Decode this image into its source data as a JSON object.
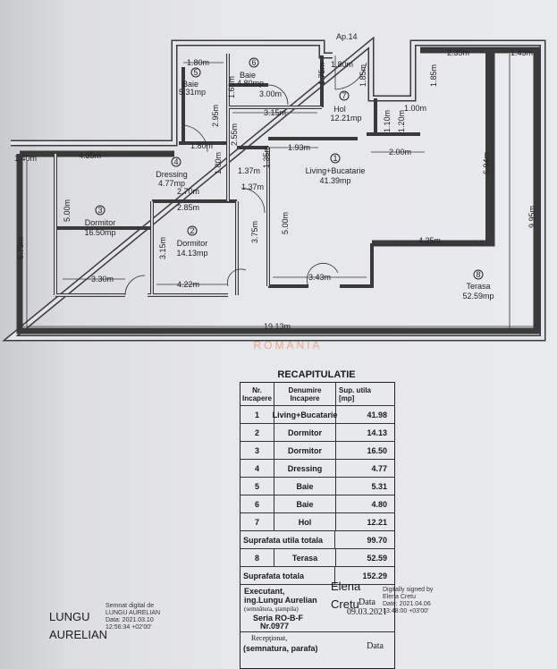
{
  "plan": {
    "apartment": "Ap.14",
    "rooms": [
      {
        "num": "1",
        "name": "Living+Bucatarie",
        "area": "41.39mp"
      },
      {
        "num": "2",
        "name": "Dormitor",
        "area": "14.13mp"
      },
      {
        "num": "3",
        "name": "Dormitor",
        "area": "16.50mp"
      },
      {
        "num": "4",
        "name": "Dressing",
        "area": "4.77mp"
      },
      {
        "num": "5",
        "name": "Baie",
        "area": "5.31mp"
      },
      {
        "num": "6",
        "name": "Baie",
        "area": "4.80mp"
      },
      {
        "num": "7",
        "name": "Hol",
        "area": "12.21mp"
      },
      {
        "num": "8",
        "name": "Terasa",
        "area": "52.59mp"
      }
    ],
    "dimensions": [
      "1.80m",
      "1.80m",
      "1.60m",
      "2.95m",
      "3.00m",
      "1.75m",
      "1.85m",
      "1.85m",
      "2.35m",
      "1.43m",
      "3.15m",
      "1.10m",
      "1.20m",
      "1.00m",
      "2.00m",
      "1.40m",
      "4.35m",
      "1.80m",
      "2.55m",
      "1.93m",
      "1.35m",
      "1.37m",
      "1.37m",
      "1.80m",
      "2.70m",
      "2.85m",
      "5.00m",
      "3.15m",
      "3.75m",
      "5.00m",
      "6.75m",
      "6.94m",
      "9.95m",
      "4.35m",
      "3.30m",
      "4.22m",
      "3.43m",
      "19.13m"
    ],
    "watermark": "ROMANIA"
  },
  "table": {
    "title": "RECAPITULATIE",
    "headers": [
      "Nr. Incapere",
      "Denumire Incapere",
      "Sup. utila [mp]"
    ],
    "rows": [
      [
        "1",
        "Living+Bucatarie",
        "41.98"
      ],
      [
        "2",
        "Dormitor",
        "14.13"
      ],
      [
        "3",
        "Dormitor",
        "16.50"
      ],
      [
        "4",
        "Dressing",
        "4.77"
      ],
      [
        "5",
        "Baie",
        "5.31"
      ],
      [
        "6",
        "Baie",
        "4.80"
      ],
      [
        "7",
        "Hol",
        "12.21"
      ]
    ],
    "subtotal_label": "Suprafata utila totala",
    "subtotal": "99.70",
    "terrace": [
      "8",
      "Terasa",
      "52.59"
    ],
    "total_label": "Suprafata totala",
    "total": "152.29",
    "executant": {
      "label": "Executant,",
      "name": "ing.Lungu Aurelian",
      "note": "(semnătura, ştampila)",
      "series": "Seria RO-B-F",
      "nr": "Nr.0977",
      "date_label": "Data",
      "date": "09.03.2021"
    },
    "receptionat": {
      "label": "Recepţionat,",
      "note": "(semnatura, parafa)",
      "date_label": "Data"
    }
  },
  "signatures": {
    "left_name_1": "LUNGU",
    "left_name_2": "AURELIAN",
    "left_text": [
      "Semnat digital de",
      "LUNGU AURELIAN",
      "Data: 2021.03.10",
      "12:56:34 +02'00'"
    ],
    "right_name_1": "Elena",
    "right_name_2": "Cretu",
    "right_text": [
      "Digitally signed by",
      "Elena Cretu",
      "Date: 2021.04.06",
      "13:48:00 +03'00'"
    ]
  }
}
